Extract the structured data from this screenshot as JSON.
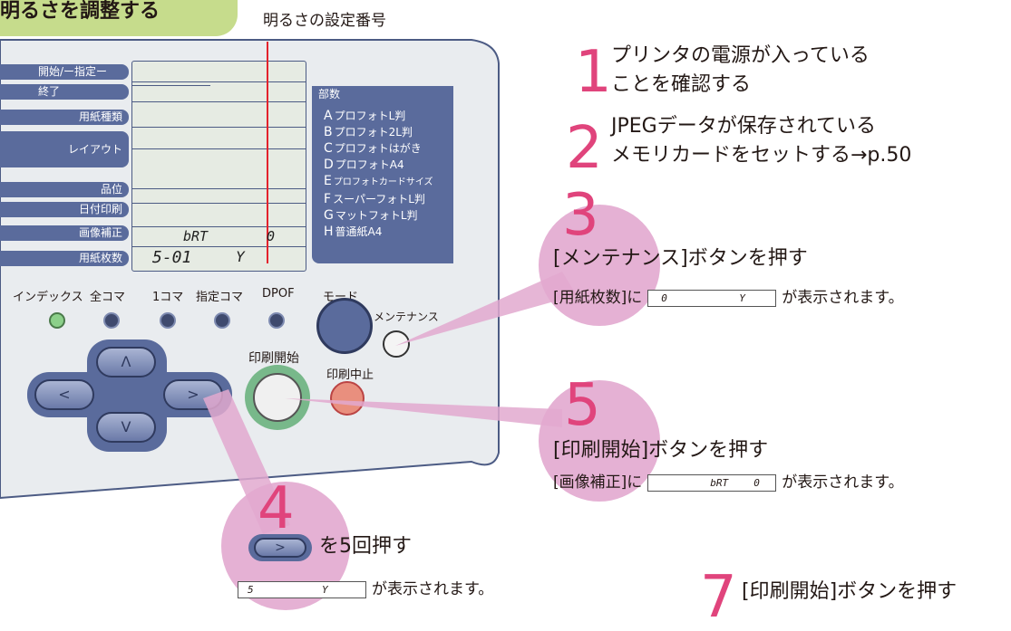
{
  "header": {
    "title": "明るさを調整する",
    "callout_brightness": "明るさの設定番号"
  },
  "panel": {
    "labels": [
      "開始/ー指定ー",
      "終了",
      "用紙種類",
      "レイアウト",
      "品位",
      "日付印刷",
      "画像補正",
      "用紙枚数"
    ],
    "lcd_image_correction": "bRT",
    "lcd_image_value": "0",
    "lcd_paper_count": "5-01",
    "lcd_wrench": "Y",
    "copies_header": "部数",
    "paper_list": [
      {
        "key": "A",
        "text": "プロフォトL判"
      },
      {
        "key": "B",
        "text": "プロフォト2L判"
      },
      {
        "key": "C",
        "text": "プロフォトはがき"
      },
      {
        "key": "D",
        "text": "プロフォトA4"
      },
      {
        "key": "E",
        "text": "プロフォトカードサイズ"
      },
      {
        "key": "F",
        "text": "スーパーフォトL判"
      },
      {
        "key": "G",
        "text": "マットフォトL判"
      },
      {
        "key": "H",
        "text": "普通紙A4"
      }
    ],
    "mode_labels": [
      "インデックス",
      "全コマ",
      "1コマ",
      "指定コマ",
      "DPOF",
      "モード"
    ],
    "maintenance_label": "メンテナンス",
    "print_start_label": "印刷開始",
    "print_stop_label": "印刷中止",
    "up_arrow": "Λ",
    "down_arrow": "V",
    "left_arrow": "<",
    "right_arrow": ">"
  },
  "steps": {
    "s1_num": "1",
    "s1_text": "プリンタの電源が入っている",
    "s1_text2": "ことを確認する",
    "s2_num": "2",
    "s2_text": "JPEGデータが保存されている",
    "s2_text2": "メモリカードをセットする→p.50",
    "s3_num": "3",
    "s3_text": "[メンテナンス]ボタンを押す",
    "s3_sub_pre": "[用紙枚数]に",
    "s3_sub_lcd_a": "0",
    "s3_sub_lcd_b": "Y",
    "s3_sub_post": "が表示されます。",
    "s4_num": "4",
    "s4_btn": ">",
    "s4_text": "を5回押す",
    "s4_sub_lcd_a": "5",
    "s4_sub_lcd_b": "Y",
    "s4_sub_post": "が表示されます。",
    "s5_num": "5",
    "s5_text": "[印刷開始]ボタンを押す",
    "s5_sub_pre": "[画像補正]に",
    "s5_sub_lcd_a": "bRT",
    "s5_sub_lcd_b": "0",
    "s5_sub_post": "が表示されます。",
    "s7_num": "7",
    "s7_text": "[印刷開始]ボタンを押す"
  },
  "colors": {
    "accent_green": "#c6dc8c",
    "panel_blue": "#5a6b9c",
    "pink": "#e2a9cf",
    "step_number": "#e0447c",
    "pointer_red": "#e3222c"
  }
}
